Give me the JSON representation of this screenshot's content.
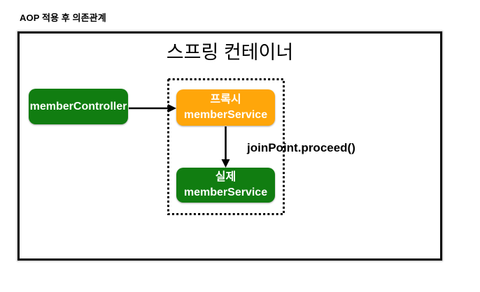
{
  "page": {
    "heading": "AOP 적용 후 의존관계"
  },
  "container": {
    "title": "스프링 컨테이너"
  },
  "nodes": {
    "controller": {
      "label": "memberController",
      "color": "#117D11"
    },
    "proxy": {
      "line1": "프록시",
      "line2": "memberService",
      "color": "#FFA60A"
    },
    "actual": {
      "line1": "실제",
      "line2": "memberService",
      "color": "#117D11"
    }
  },
  "edges": {
    "proceed_label": "joinPoint.proceed()",
    "arrow_color": "#000000"
  }
}
